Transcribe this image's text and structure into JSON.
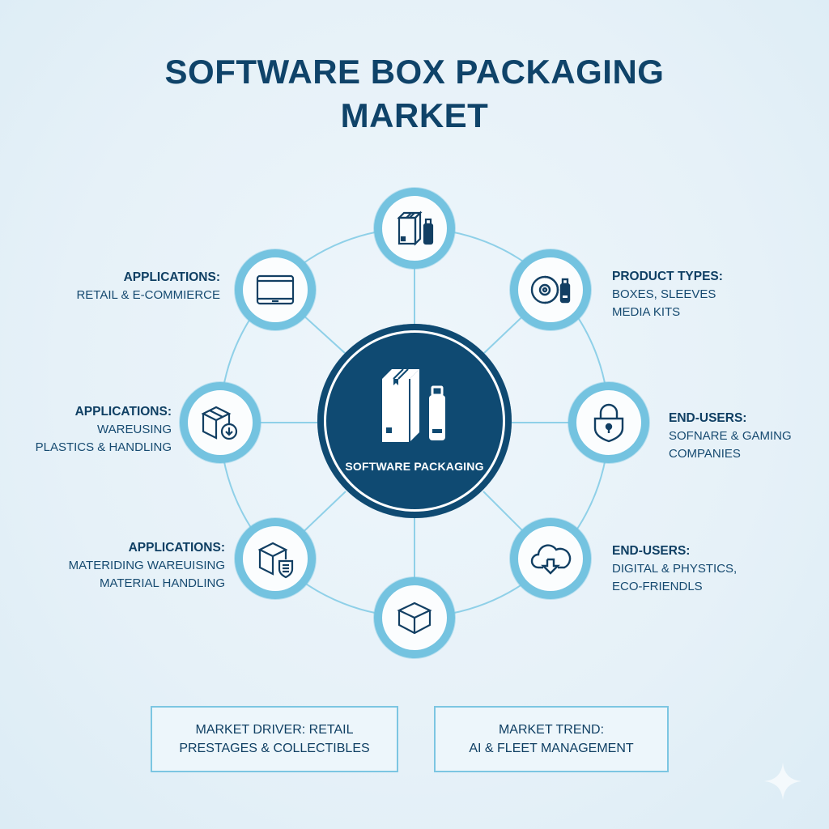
{
  "title": {
    "line1": "SOFTWARE BOX PACKAGING",
    "line2": "MARKET"
  },
  "center": {
    "label": "SOFTWARE PACKAGING",
    "icon": "box-and-usb-drive-icon",
    "color": "#0f4a72"
  },
  "nodes": [
    {
      "position": "top",
      "icon": "box-and-usb-drive-icon"
    },
    {
      "position": "top-left",
      "icon": "tablet-icon"
    },
    {
      "position": "top-right",
      "icon": "disc-and-usb-icon"
    },
    {
      "position": "left",
      "icon": "box-download-icon"
    },
    {
      "position": "right",
      "icon": "shield-lock-icon"
    },
    {
      "position": "bottom-left",
      "icon": "box-shield-icon"
    },
    {
      "position": "bottom-right",
      "icon": "cloud-download-icon"
    },
    {
      "position": "bottom",
      "icon": "cube-icon"
    }
  ],
  "labels": {
    "top_left": {
      "heading": "APPLICATIONS:",
      "lines": [
        "RETAIL & E-COMMIERCE"
      ]
    },
    "left": {
      "heading": "APPLICATIONS:",
      "lines": [
        "WAREUSING",
        "PLASTICS & HANDLING"
      ]
    },
    "bottom_left": {
      "heading": "APPLICATIONS:",
      "lines": [
        "MATERIDING WAREUISING",
        "MATERIAL HANDLING"
      ]
    },
    "top_right": {
      "heading": "PRODUCT TYPES:",
      "lines": [
        "BOXES, SLEEVES",
        "MEDIA KITS"
      ]
    },
    "right": {
      "heading": "END-USERS:",
      "lines": [
        "SOFNARE & GAMING",
        "COMPANIES"
      ]
    },
    "bottom_right": {
      "heading": "END-USERS:",
      "lines": [
        "DIGITAL & PHYSTICS,",
        "ECO-FRIENDLS"
      ]
    }
  },
  "boxes": [
    {
      "line1": "MARKET DRIVER: RETAIL",
      "line2": "PRESTAGES & COLLECTIBLES"
    },
    {
      "line1": "MARKET TREND:",
      "line2": "AI & FLEET MANAGEMENT"
    }
  ],
  "colors": {
    "title": "#0f4369",
    "ring": "#74c3e0",
    "connector": "#8fd0e8",
    "center_fill": "#0f4a72",
    "icon_stroke": "#123f63"
  }
}
